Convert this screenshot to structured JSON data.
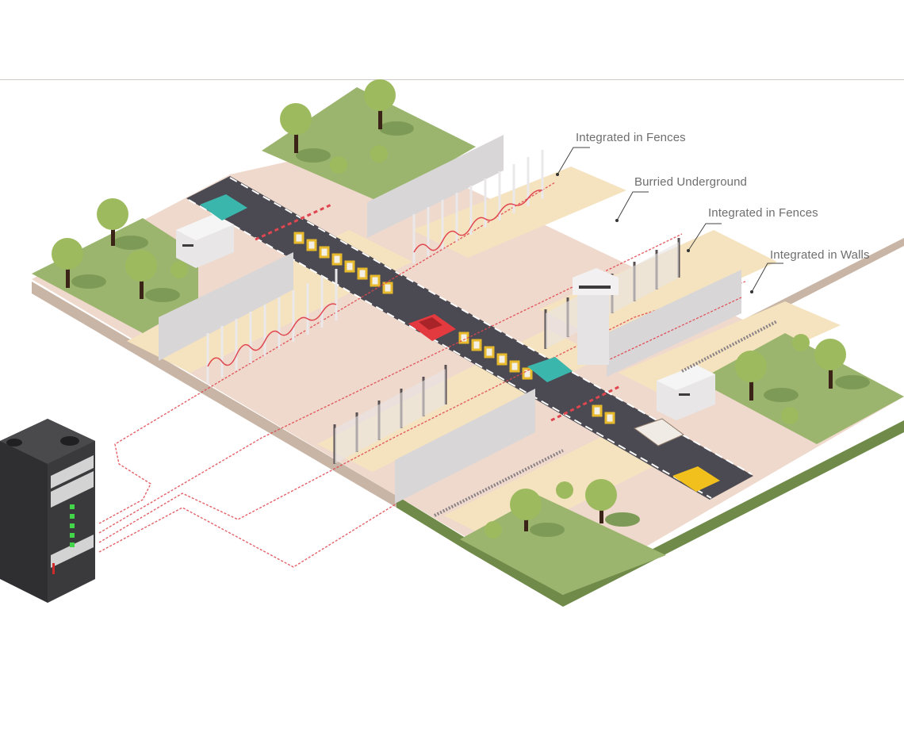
{
  "diagram": {
    "type": "isometric illustration",
    "subject": "Perimeter intrusion detection sensor cable deployment at a secured checkpoint",
    "labels": [
      {
        "id": "fences_1",
        "text": "Integrated in Fences"
      },
      {
        "id": "underground",
        "text": "Burried Underground"
      },
      {
        "id": "fences_2",
        "text": "Integrated in Fences"
      },
      {
        "id": "walls",
        "text": "Integrated in Walls"
      }
    ],
    "elements": [
      "server-rack",
      "sensor-cables",
      "road",
      "checkpoint-gates",
      "guard-booths",
      "watchtower",
      "palisade-fences",
      "barbed-wire-fences",
      "concrete-walls",
      "jersey-barriers",
      "vehicles",
      "trees",
      "grass-areas"
    ],
    "colors": {
      "sensor_cable": "#e0464f",
      "grass": "#9cb56e",
      "grass_dark": "#7e9a57",
      "sand": "#f3dfb8",
      "pavement": "#edd5c8",
      "road": "#4b4a52",
      "wall": "#d9d6d8",
      "rack": "#3a3a3c",
      "led": "#43d64b",
      "car_red": "#e23a3e",
      "car_teal": "#3bb6ad",
      "car_yellow": "#f2c01c"
    }
  }
}
